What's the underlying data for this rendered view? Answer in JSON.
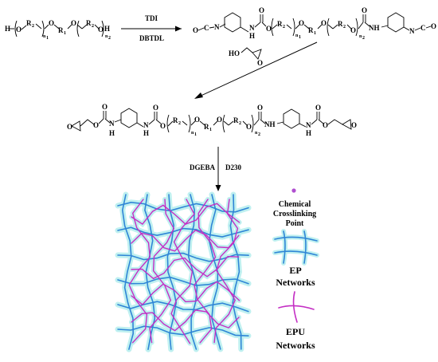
{
  "reaction": {
    "reagent_1": "TDI",
    "catalyst_1": "DBTDL",
    "reagent_2": "DGEBA",
    "reagent_3": "D230"
  },
  "atoms": {
    "H": "H",
    "O": "O",
    "N": "N",
    "C": "C",
    "NH": "NH"
  },
  "groups": {
    "R1": "R",
    "R1_sub": "1",
    "R2": "R",
    "R2_sub": "2",
    "n1": "n",
    "n1_sub": "1",
    "n2": "n",
    "n2_sub": "2"
  },
  "legend": {
    "crosslink_line1": "Chemical",
    "crosslink_line2": "Crosslinking",
    "crosslink_line3": "Point",
    "ep_line1": "EP",
    "ep_line2": "Networks",
    "epu_line1": "EPU",
    "epu_line2": "Networks"
  },
  "colors": {
    "ep_network": "#2f86d6",
    "epu_network": "#c42fc4",
    "halo": "#bff0f0",
    "crosslink_point": "#b04fd0"
  }
}
